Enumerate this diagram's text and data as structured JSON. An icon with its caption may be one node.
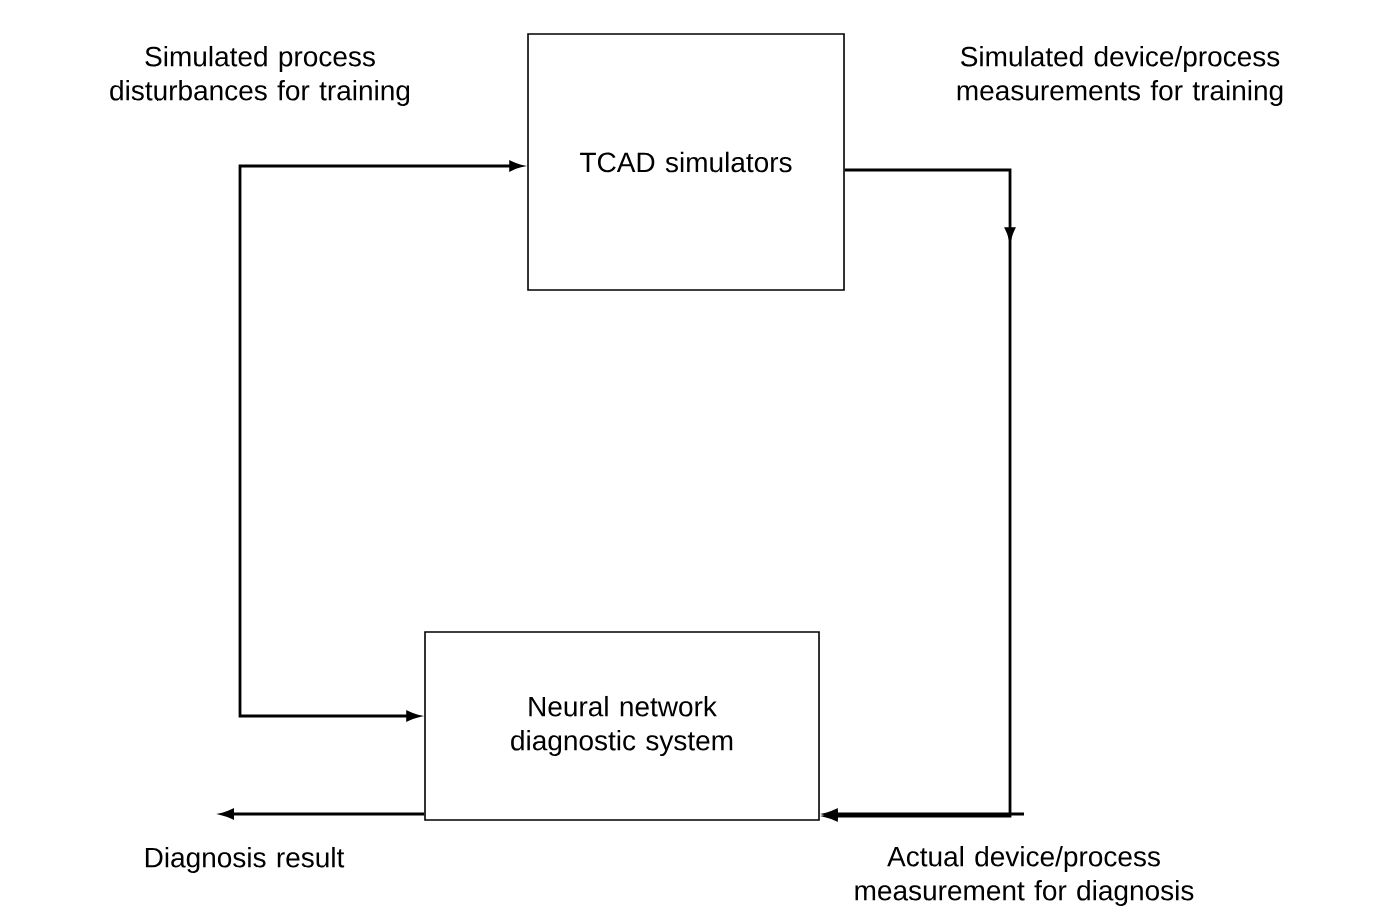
{
  "diagram": {
    "nodes": [
      {
        "text": [
          "TCAD simulators"
        ]
      },
      {
        "text": [
          "Neural network diagnostic system"
        ]
      }
    ],
    "edges": [
      {
        "from": 1,
        "to": 0,
        "arrow": "both",
        "label": "Simulated process disturbances for training"
      },
      {
        "from": 0,
        "to": 1,
        "arrow": "to",
        "label": "Simulated device/process measurements for training"
      },
      {
        "from": 1,
        "to": null,
        "arrow": "to",
        "label": "Diagnosis result"
      },
      {
        "from": null,
        "to": 1,
        "arrow": "to",
        "label": "Actual device/process measurement for diagnosis"
      }
    ]
  }
}
